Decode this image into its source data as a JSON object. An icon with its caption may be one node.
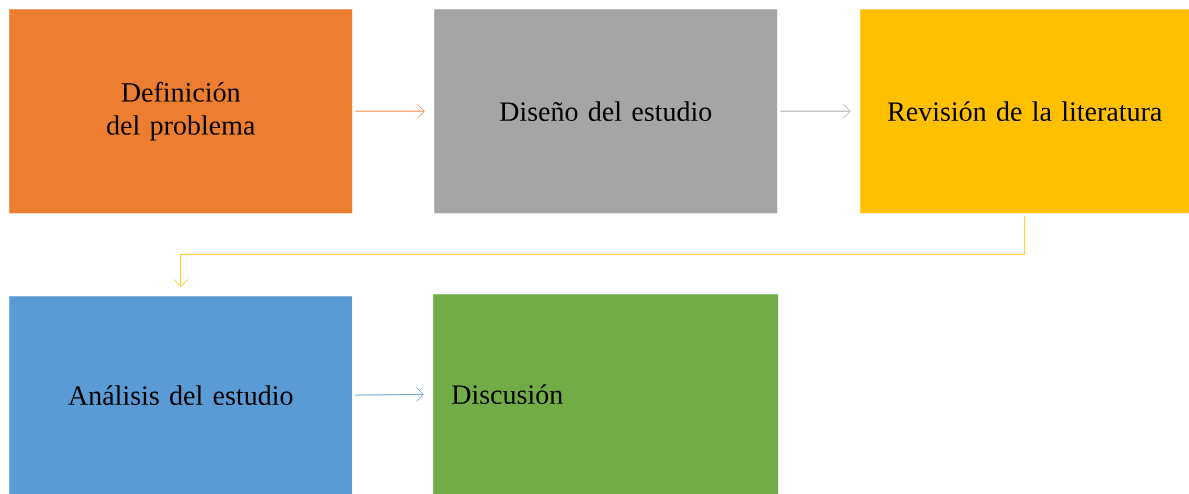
{
  "diagram": {
    "nodes": [
      {
        "text": [
          "Definición del problema"
        ]
      },
      {
        "text": [
          "Diseño del estudio"
        ]
      },
      {
        "text": [
          "Revisión de la literatura"
        ]
      },
      {
        "text": [
          "Análisis del estudio"
        ]
      },
      {
        "text": [
          "Discusión"
        ]
      }
    ],
    "edges": [
      {
        "from": 0,
        "to": 1,
        "arrow": "to",
        "color": "#ed7d31"
      },
      {
        "from": 1,
        "to": 2,
        "arrow": "to",
        "color": "#a5a5a5"
      },
      {
        "from": 2,
        "to": 3,
        "arrow": "to",
        "color": "#ffc000"
      },
      {
        "from": 3,
        "to": 4,
        "arrow": "to",
        "color": "#5b9bd5"
      }
    ]
  }
}
